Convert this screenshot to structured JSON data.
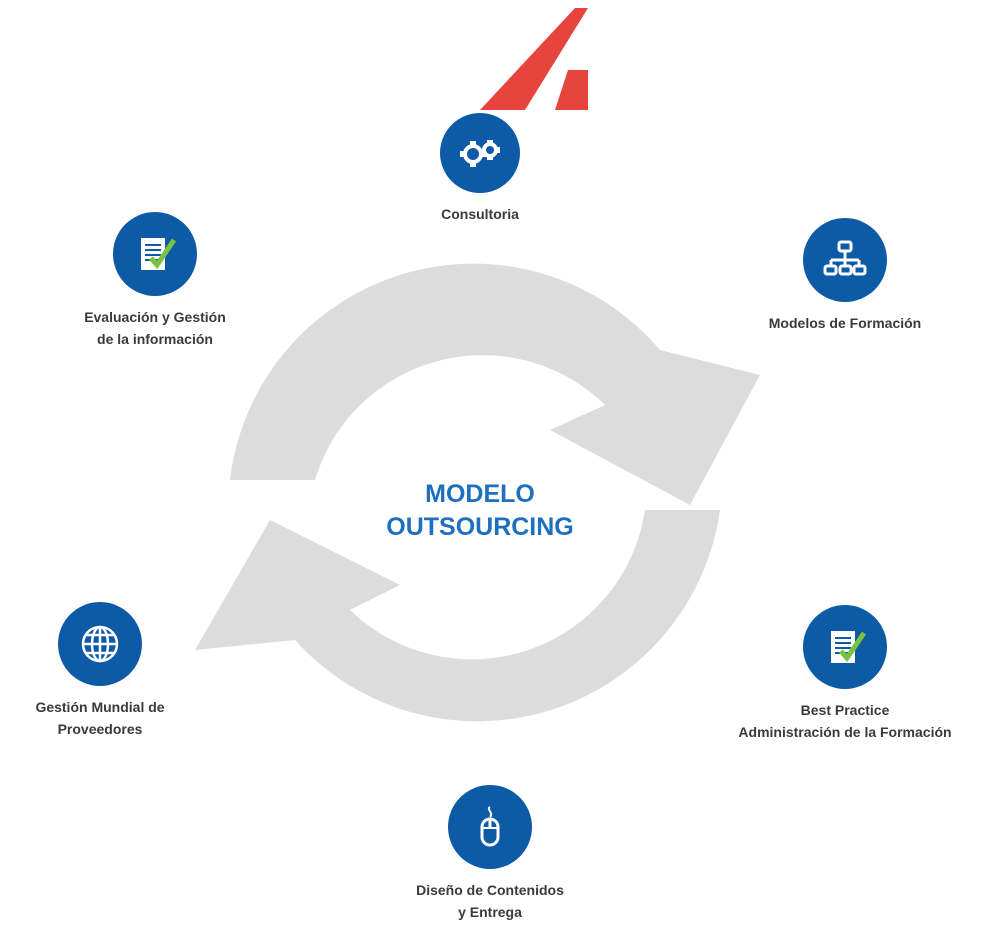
{
  "center": {
    "line1": "MODELO",
    "line2": "OUTSOURCING"
  },
  "accent_color": "#e2231a",
  "icon_color": "#0d5aa7",
  "cycle_color": "#dcdcdc",
  "nodes": {
    "consultoria": {
      "label1": "Consultoria",
      "icon": "gears-icon"
    },
    "modelos": {
      "label1": "Modelos de Formación",
      "icon": "hierarchy-icon"
    },
    "best_practice": {
      "label1": "Best Practice",
      "label2": "Administración de la Formación",
      "icon": "document-check-icon"
    },
    "diseno": {
      "label1": "Diseño de Contenidos",
      "label2": "y Entrega",
      "icon": "mouse-icon"
    },
    "gestion_mundial": {
      "label1": "Gestión Mundial de",
      "label2": "Proveedores",
      "icon": "globe-icon"
    },
    "evaluacion": {
      "label1": "Evaluación y Gestión",
      "label2": "de la información",
      "icon": "document-check-icon"
    }
  }
}
